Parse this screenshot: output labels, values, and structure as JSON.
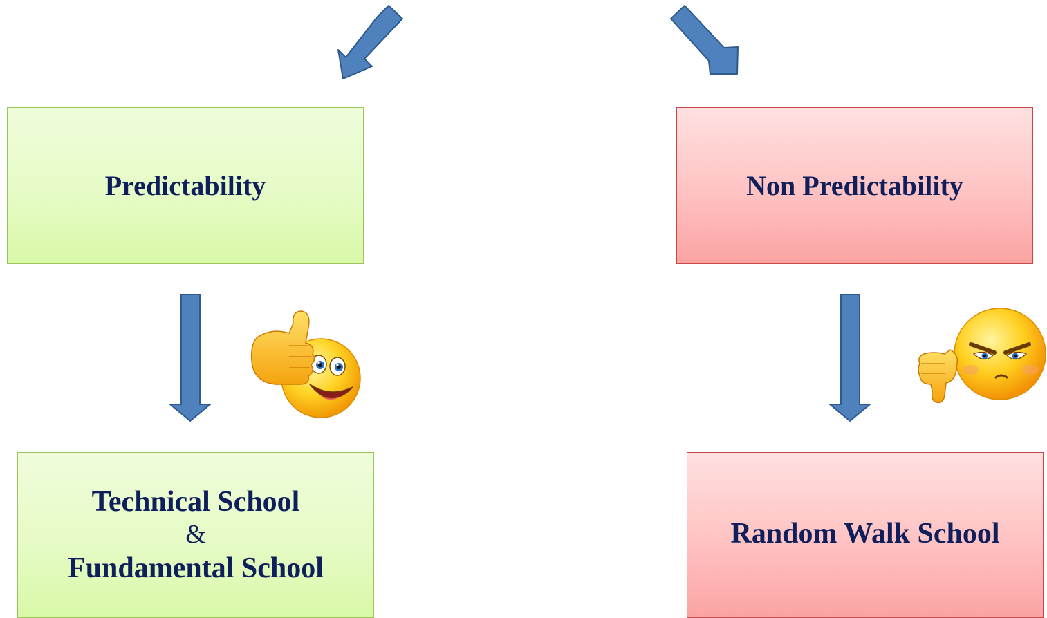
{
  "left": {
    "top_box": "Predictability",
    "bottom_box": {
      "line1": "Technical School",
      "line2": "&",
      "line3": "Fundamental School"
    }
  },
  "right": {
    "top_box": "Non Predictability",
    "bottom_box": "Random Walk School"
  },
  "colors": {
    "arrow_fill": "#4f81bd",
    "arrow_stroke": "#2e5a8e",
    "text": "#0f1f5c",
    "green_fill": "#e6fbc6",
    "red_fill": "#ffc2c2"
  },
  "icons": {
    "left_emoji": "thumbs-up-smiley-icon",
    "right_emoji": "thumbs-down-angry-smiley-icon"
  }
}
